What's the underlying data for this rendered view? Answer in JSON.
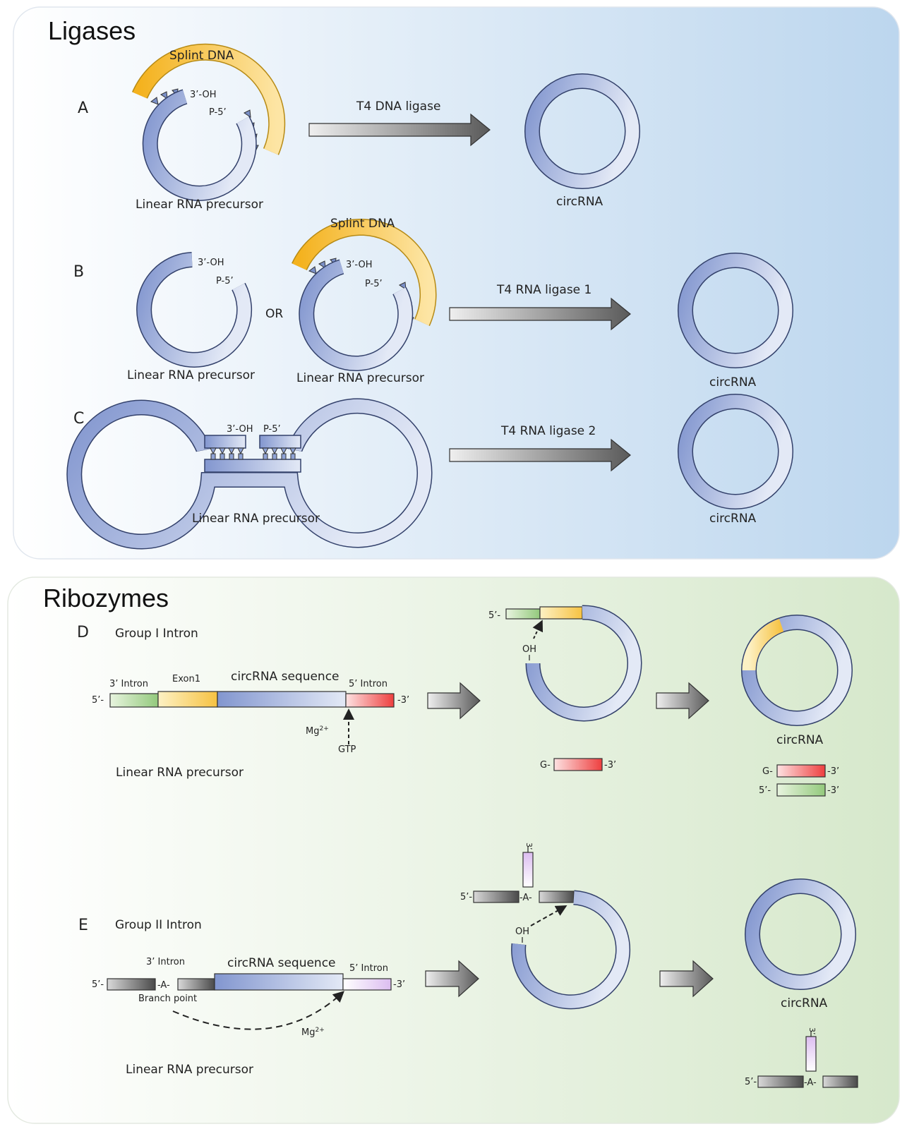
{
  "sections": {
    "ligases": {
      "title": "Ligases"
    },
    "ribozymes": {
      "title": "Ribozymes"
    }
  },
  "panel_a": {
    "letter": "A",
    "splint": "Splint DNA",
    "oh": "3’-OH",
    "p": "P-5’",
    "precursor": "Linear RNA precursor",
    "enzyme": "T4 DNA ligase",
    "product": "circRNA"
  },
  "panel_b": {
    "letter": "B",
    "oh": "3’-OH",
    "p": "P-5’",
    "or": "OR",
    "splint": "Splint DNA",
    "precursor_left": "Linear RNA precursor",
    "precursor_right": "Linear RNA precursor",
    "enzyme": "T4 RNA ligase 1",
    "product": "circRNA"
  },
  "panel_c": {
    "letter": "C",
    "oh": "3’-OH",
    "p": "P-5’",
    "precursor": "Linear RNA precursor",
    "enzyme": "T4 RNA ligase 2",
    "product": "circRNA"
  },
  "panel_d": {
    "letter": "D",
    "intron_type": "Group I Intron",
    "intron3": "3’ Intron",
    "exon1": "Exon1",
    "circ_seq": "circRNA sequence",
    "intron5": "5’ Intron",
    "five": "5’-",
    "three": "-3’",
    "mg": "Mg",
    "mg_sup": "2+",
    "gtp": "GTP",
    "precursor": "Linear RNA precursor",
    "oh": "OH",
    "g_prefix": "G-",
    "product": "circRNA"
  },
  "panel_e": {
    "letter": "E",
    "intron_type": "Group II Intron",
    "intron3": "3’ Intron",
    "circ_seq": "circRNA sequence",
    "intron5": "5’ Intron",
    "five": "5’-",
    "three": "-3’",
    "a_link": "-A-",
    "branch": "Branch point",
    "mg": "Mg",
    "mg_sup": "2+",
    "precursor": "Linear RNA precursor",
    "oh": "OH",
    "three_top": "3’",
    "product": "circRNA"
  },
  "colors": {
    "rna_blue": "#8fa3d6",
    "rna_light": "#dfe6f5",
    "splint_orange": "#f6b830",
    "exon_green": "#9fcf8a",
    "intron_red": "#ef4d4d",
    "intron_purple": "#e2c8f0",
    "arrow_dark": "#5e5e5e",
    "ligase_bg": "#c2daf0",
    "ribozyme_bg": "#d9ead0"
  }
}
